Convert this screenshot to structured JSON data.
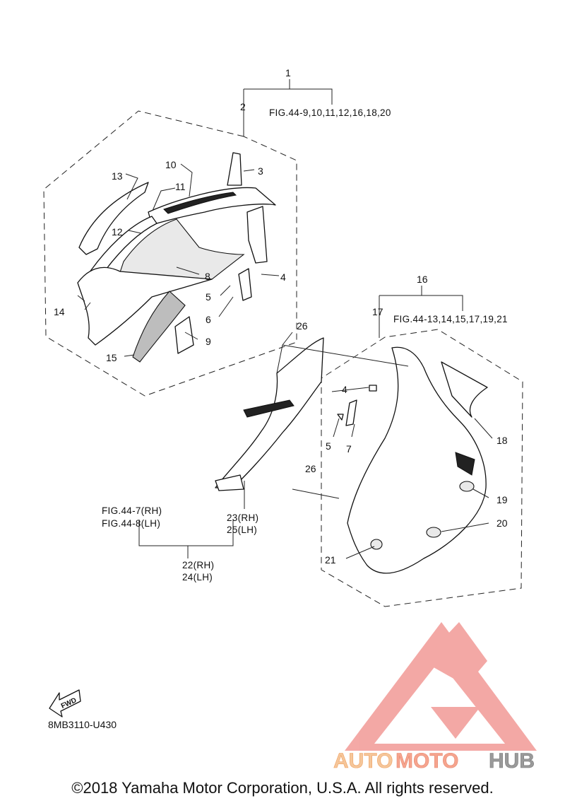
{
  "diagram": {
    "callouts": {
      "c1": "1",
      "c2": "2",
      "c3": "3",
      "c4a": "4",
      "c5a": "5",
      "c6": "6",
      "c8": "8",
      "c9": "9",
      "c10": "10",
      "c11": "11",
      "c12": "12",
      "c13": "13",
      "c14": "14",
      "c15": "15",
      "c16": "16",
      "c17": "17",
      "c4b": "4",
      "c5b": "5",
      "c7": "7",
      "c18": "18",
      "c19": "19",
      "c20": "20",
      "c21": "21",
      "c26a": "26",
      "c26b": "26"
    },
    "references": {
      "fig_upper": "FIG.44-9,10,11,12,16,18,20",
      "fig_right": "FIG.44-13,14,15,17,19,21",
      "fig_rh": "FIG.44-7(RH)",
      "fig_lh": "FIG.44-8(LH)",
      "part_23_25_rh": "23(RH)",
      "part_23_25_lh": "25(LH)",
      "part_22_24_rh": "22(RH)",
      "part_22_24_lh": "24(LH)"
    },
    "fwd_label": "FWD",
    "diagram_code": "8MB3110-U430"
  },
  "watermark": {
    "text_auto": "AUTO",
    "text_moto": "MOTO",
    "text_hub": "HUB",
    "colors": {
      "auto": "#f5c69a",
      "moto": "#f6a48e",
      "hub": "#9a9a9a",
      "logo": "#f29a96"
    }
  },
  "footer": {
    "copyright": "©2018 Yamaha Motor Corporation, U.S.A. All rights reserved."
  }
}
